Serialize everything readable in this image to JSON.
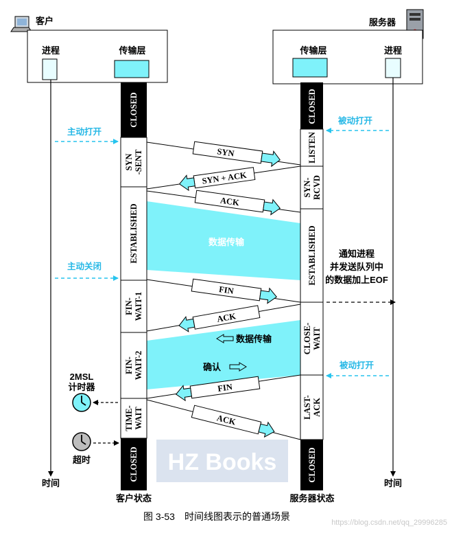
{
  "client": {
    "title": "客户",
    "process": "进程",
    "transport": "传输层",
    "time": "时间",
    "state_label": "客户状态"
  },
  "server": {
    "title": "服务器",
    "process": "进程",
    "transport": "传输层",
    "time": "时间",
    "state_label": "服务器状态"
  },
  "client_states": [
    "CLOSED",
    "SYN\n-SENT",
    "ESTABLISHED",
    "FIN-\nWAIT-1",
    "FIN-\nWAIT-2",
    "TIME-\nWAIT",
    "CLOSED"
  ],
  "server_states": [
    "CLOSED",
    "LISTEN",
    "SYN-\nRCVD",
    "ESTABLISHED",
    "CLOSE-\nWAIT",
    "LAST-\nACK",
    "CLOSED"
  ],
  "messages": [
    "SYN",
    "SYN + ACK",
    "ACK",
    "FIN",
    "ACK",
    "FIN",
    "ACK"
  ],
  "labels": {
    "active_open": "主动打开",
    "passive_open_1": "被动打开",
    "active_close": "主动关闭",
    "passive_open_2": "被动打开",
    "data_transfer_1": "数据传输",
    "data_transfer_2": "数据传输",
    "confirm": "确认",
    "notify_1": "通知进程",
    "notify_2": "并发送队列中",
    "notify_3": "的数据加上EOF",
    "timer_1": "2MSL",
    "timer_2": "计时器",
    "timeout": "超时"
  },
  "watermark": "HZ Books",
  "caption": "图 3-53　时间线图表示的普通场景",
  "url": "https://blog.csdn.net/qq_29996285",
  "colors": {
    "cyan": "#7ff2fa",
    "dash_blue": "#27c4ee",
    "light": "#e8fdff",
    "black": "#000000"
  }
}
